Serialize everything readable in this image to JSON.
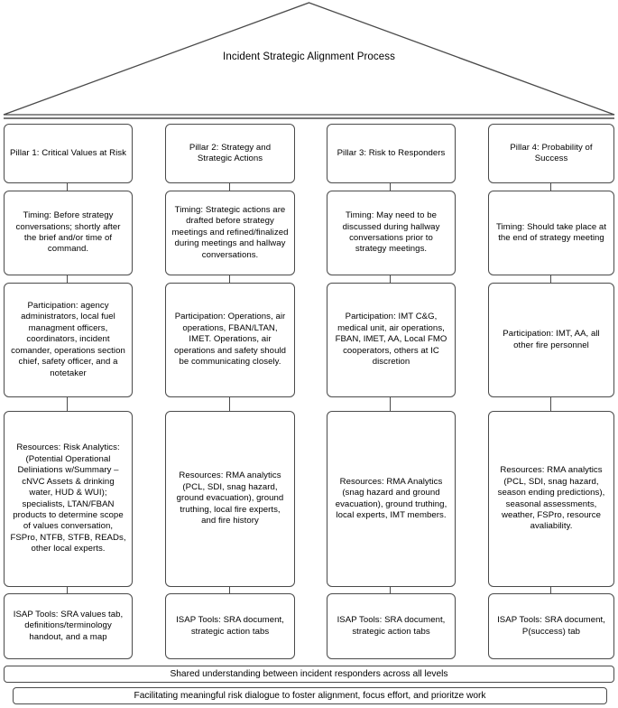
{
  "roof": {
    "title": "Incident Strategic Alignment Process"
  },
  "columns": [
    {
      "header": "Pillar 1: Critical Values at Risk",
      "timing": "Timing: Before strategy conversations; shortly after the brief and/or time of command.",
      "participation": "Participation: agency administrators, local fuel managment officers, coordinators, incident comander, operations section chief, safety officer, and a notetaker",
      "resources": "Resources: Risk Analytics: (Potential Operational Deliniations w/Summary – cNVC Assets & drinking water, HUD & WUI); specialists, LTAN/FBAN products to determine scope of values conversation, FSPro, NTFB, STFB, READs, other local experts.",
      "tools": "ISAP Tools: SRA values tab, definitions/terminology handout, and a map"
    },
    {
      "header": "Pillar 2: Strategy and Strategic Actions",
      "timing": "Timing: Strategic actions are drafted before strategy meetings and refined/finalized during meetings and hallway conversations.",
      "participation": "Participation: Operations, air operations, FBAN/LTAN, IMET. Operations, air operations and safety should be communicating closely.",
      "resources": "Resources: RMA analytics (PCL, SDI, snag hazard, ground evacuation), ground truthing, local fire experts, and fire history",
      "tools": "ISAP Tools: SRA document, strategic action tabs"
    },
    {
      "header": "Pillar 3: Risk to Responders",
      "timing": "Timing: May need to be discussed during hallway conversations prior to strategy meetings.",
      "participation": "Participation: IMT C&G, medical unit, air operations, FBAN, IMET, AA, Local FMO cooperators, others at IC discretion",
      "resources": "Resources: RMA Analytics (snag hazard and ground evacuation), ground truthing, local experts, IMT members.",
      "tools": "ISAP Tools: SRA document, strategic action tabs"
    },
    {
      "header": "Pillar 4: Probability of Success",
      "timing": "Timing: Should take place at the end of strategy meeting",
      "participation": "Participation: IMT, AA, all other fire personnel",
      "resources": "Resources: RMA analytics (PCL, SDI, snag hazard, season ending predictions), seasonal assessments, weather, FSPro, resource avaliability.",
      "tools": "ISAP Tools: SRA document, P(success) tab"
    }
  ],
  "banners": [
    "Shared understanding between incident responders across all levels",
    "Facilitating meaningful risk dialogue to foster alignment, focus effort, and prioritze work"
  ],
  "colors": {
    "stroke": "#4a4a4a",
    "background": "#ffffff",
    "text": "#000000"
  }
}
